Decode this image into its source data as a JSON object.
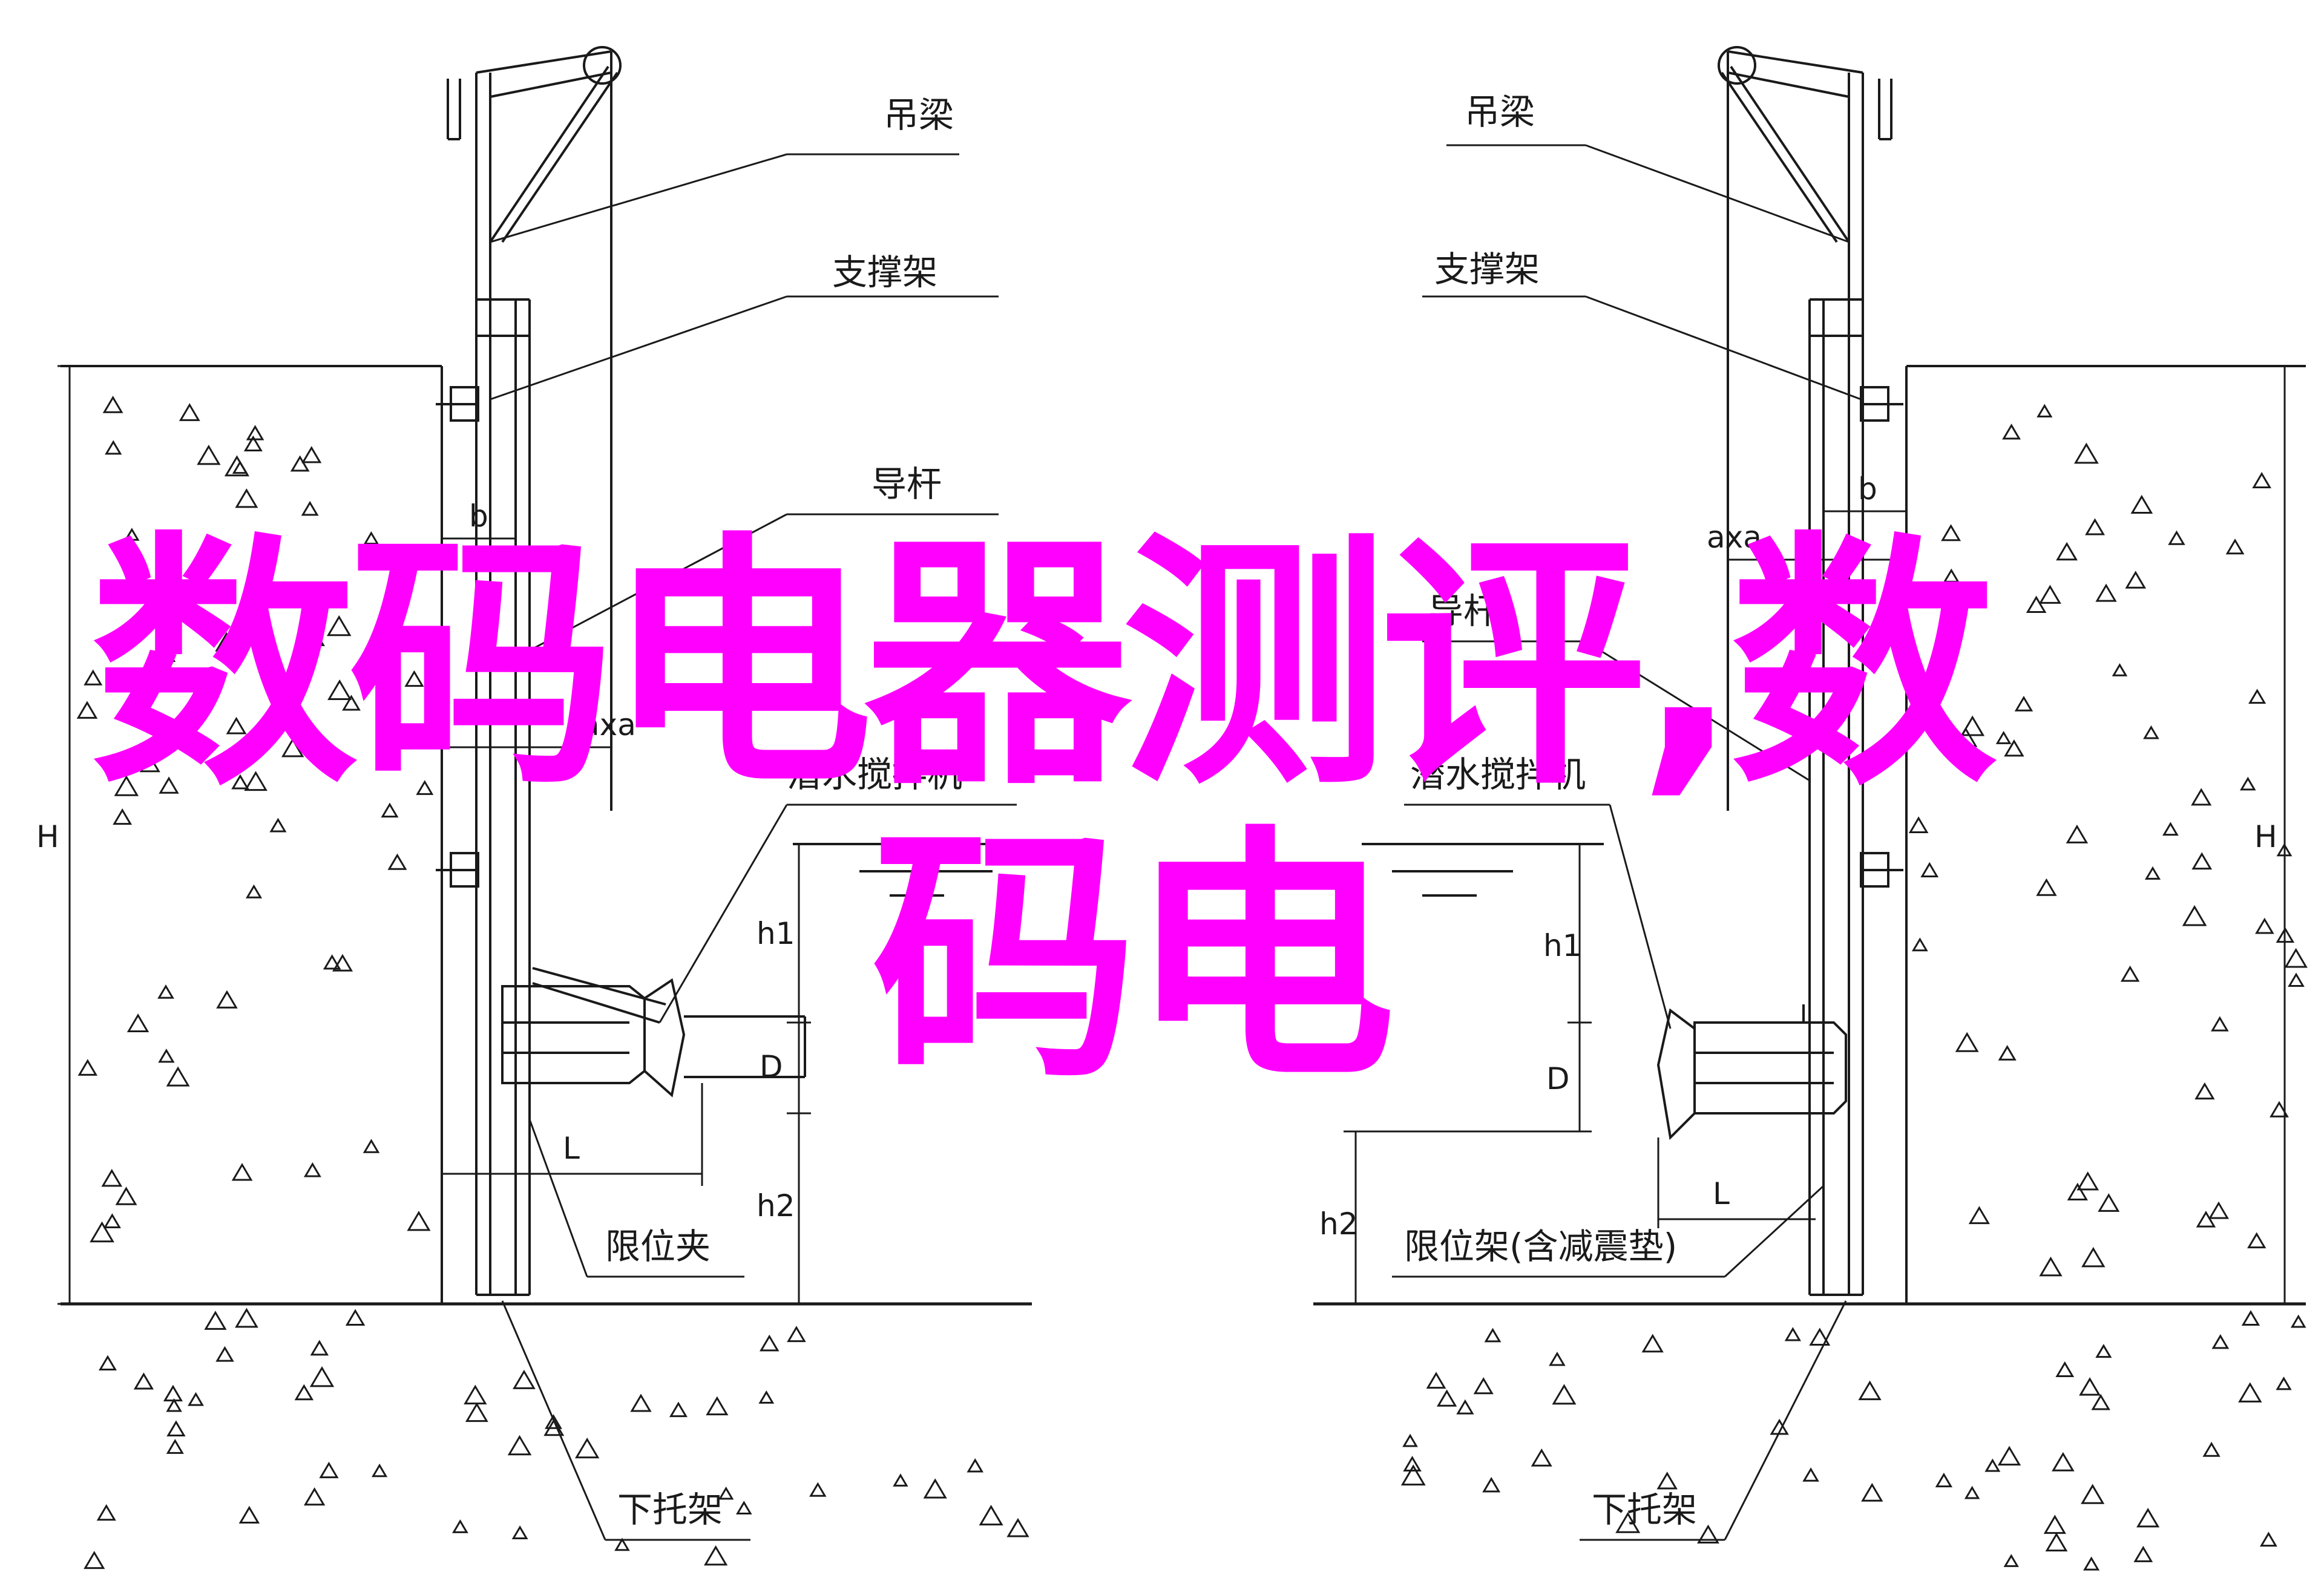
{
  "colors": {
    "line": "#1a1a1a",
    "overlay": "#ff00ff",
    "background": "#ffffff"
  },
  "left_diagram": {
    "labels": {
      "hoist_beam": "吊梁",
      "support_frame": "支撑架",
      "guide_rod": "导杆",
      "mixer": "潜水搅拌机",
      "limit_clamp": "限位夹",
      "lower_bracket": "下托架"
    },
    "dimensions": {
      "b": "b",
      "axa": "axa",
      "H": "H",
      "h1": "h1",
      "h2": "h2",
      "D": "D",
      "L": "L"
    }
  },
  "right_diagram": {
    "labels": {
      "hoist_beam": "吊梁",
      "support_frame": "支撑架",
      "guide_rod": "导杆",
      "mixer": "潜水搅拌机",
      "limit_frame": "限位架(含减震垫)",
      "lower_bracket": "下托架"
    },
    "dimensions": {
      "b": "b",
      "axa": "axa",
      "H": "H",
      "h1": "h1",
      "h2": "h2",
      "D": "D",
      "L": "L"
    }
  },
  "overlay": {
    "line1": "数码电器测评,数",
    "line2": "码电"
  }
}
